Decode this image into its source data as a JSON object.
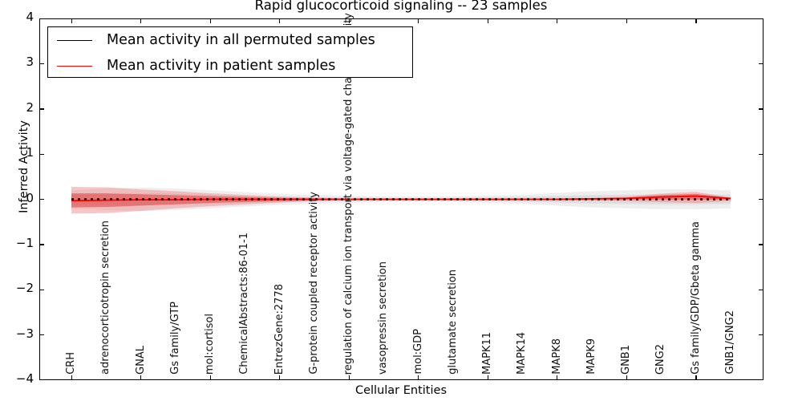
{
  "chart_data": {
    "type": "line",
    "title": "Rapid glucocorticoid signaling -- 23 samples",
    "xlabel": "Cellular Entities",
    "ylabel": "Inferred Activity",
    "ylim": [
      -4,
      4
    ],
    "yticks": [
      4,
      3,
      2,
      1,
      0,
      -1,
      -2,
      -3,
      -4
    ],
    "ytick_labels": [
      "4",
      "3",
      "2",
      "1",
      "0",
      "−1",
      "−2",
      "−3",
      "−4"
    ],
    "grid": false,
    "legend_position": "upper left",
    "categories": [
      "CRH",
      "adrenocorticotropin secretion",
      "GNAL",
      "Gs family/GTP",
      "mol:cortisol",
      "ChemicalAbstracts:86-01-1",
      "EntrezGene:2778",
      "G-protein coupled receptor activity",
      "regulation of calcium ion transport via voltage-gated channel activity",
      "vasopressin secretion",
      "mol:GDP",
      "glutamate secretion",
      "MAPK11",
      "MAPK14",
      "MAPK8",
      "MAPK9",
      "GNB1",
      "GNG2",
      "Gs family/GDP/Gbeta gamma",
      "GNB1/GNG2"
    ],
    "series": [
      {
        "name": "Mean activity in all permuted samples",
        "color": "#000000",
        "style": "dotted",
        "values": [
          0,
          0,
          0,
          0,
          0,
          0,
          0,
          0,
          0,
          0,
          0,
          0,
          0,
          0,
          0,
          0,
          0,
          0,
          0,
          0
        ],
        "band_color": "#c8c8c8",
        "band_upper": [
          0.1,
          0.12,
          0.13,
          0.12,
          0.1,
          0.08,
          0.06,
          0.05,
          0.04,
          0.03,
          0.03,
          0.03,
          0.04,
          0.05,
          0.07,
          0.09,
          0.1,
          0.11,
          0.11,
          0.1
        ],
        "band_lower": [
          -0.1,
          -0.12,
          -0.13,
          -0.12,
          -0.1,
          -0.08,
          -0.06,
          -0.05,
          -0.04,
          -0.03,
          -0.03,
          -0.03,
          -0.04,
          -0.05,
          -0.07,
          -0.09,
          -0.1,
          -0.11,
          -0.11,
          -0.1
        ]
      },
      {
        "name": "Mean activity in patient samples",
        "color": "#ff0000",
        "style": "solid",
        "values": [
          -0.03,
          -0.02,
          -0.01,
          -0.01,
          0.0,
          0.0,
          0.0,
          0.0,
          0.0,
          0.0,
          0.0,
          0.0,
          0.0,
          0.0,
          0.0,
          0.01,
          0.02,
          0.05,
          0.07,
          0.02
        ],
        "band_color": "#f08080",
        "band_upper": [
          0.13,
          0.13,
          0.11,
          0.09,
          0.07,
          0.05,
          0.03,
          0.02,
          0.01,
          0.01,
          0.01,
          0.01,
          0.01,
          0.01,
          0.01,
          0.02,
          0.04,
          0.09,
          0.12,
          0.03
        ],
        "band_lower": [
          -0.18,
          -0.17,
          -0.14,
          -0.11,
          -0.08,
          -0.06,
          -0.04,
          -0.02,
          -0.01,
          -0.01,
          -0.01,
          -0.01,
          -0.01,
          -0.01,
          -0.01,
          -0.01,
          -0.01,
          -0.01,
          -0.01,
          -0.01
        ]
      }
    ]
  },
  "legend": {
    "entries": [
      {
        "label": "Mean activity in all permuted samples",
        "color": "#000000"
      },
      {
        "label": "Mean activity in patient samples",
        "color": "#ff0000"
      }
    ]
  }
}
